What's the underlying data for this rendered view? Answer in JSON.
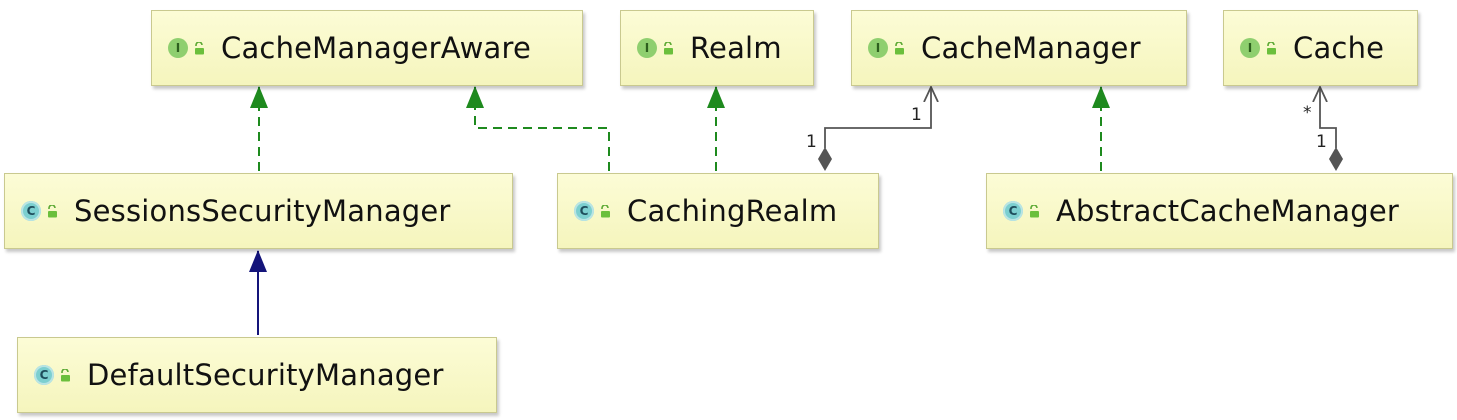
{
  "diagram": {
    "nodes": [
      {
        "id": "cache-manager-aware",
        "kind": "interface",
        "badge": "I",
        "label": "CacheManagerAware"
      },
      {
        "id": "realm",
        "kind": "interface",
        "badge": "I",
        "label": "Realm"
      },
      {
        "id": "cache-manager",
        "kind": "interface",
        "badge": "I",
        "label": "CacheManager"
      },
      {
        "id": "cache",
        "kind": "interface",
        "badge": "I",
        "label": "Cache"
      },
      {
        "id": "sessions-security-manager",
        "kind": "class",
        "badge": "C",
        "label": "SessionsSecurityManager"
      },
      {
        "id": "caching-realm",
        "kind": "class",
        "badge": "C",
        "label": "CachingRealm"
      },
      {
        "id": "abstract-cache-manager",
        "kind": "class",
        "badge": "C",
        "label": "AbstractCacheManager"
      },
      {
        "id": "default-security-manager",
        "kind": "class",
        "badge": "C",
        "label": "DefaultSecurityManager"
      }
    ],
    "relations": [
      {
        "from": "SessionsSecurityManager",
        "to": "CacheManagerAware",
        "type": "implements"
      },
      {
        "from": "CachingRealm",
        "to": "CacheManagerAware",
        "type": "implements"
      },
      {
        "from": "CachingRealm",
        "to": "Realm",
        "type": "implements"
      },
      {
        "from": "AbstractCacheManager",
        "to": "CacheManager",
        "type": "implements"
      },
      {
        "from": "DefaultSecurityManager",
        "to": "SessionsSecurityManager",
        "type": "extends"
      },
      {
        "from": "CachingRealm",
        "to": "CacheManager",
        "type": "composition",
        "source_multiplicity": "1",
        "target_multiplicity": "1"
      },
      {
        "from": "AbstractCacheManager",
        "to": "Cache",
        "type": "composition",
        "source_multiplicity": "1",
        "target_multiplicity": "*"
      }
    ],
    "multiplicities": {
      "realm_cm_source": "1",
      "realm_cm_target": "1",
      "acm_cache_source": "1",
      "acm_cache_target": "*"
    },
    "colors": {
      "implements": "#1e8a1e",
      "extends": "#14147a",
      "association": "#555555",
      "interface_badge": "#8fcf6f",
      "class_badge": "#7ccfd0",
      "node_fill": "#f7f7c4"
    }
  }
}
